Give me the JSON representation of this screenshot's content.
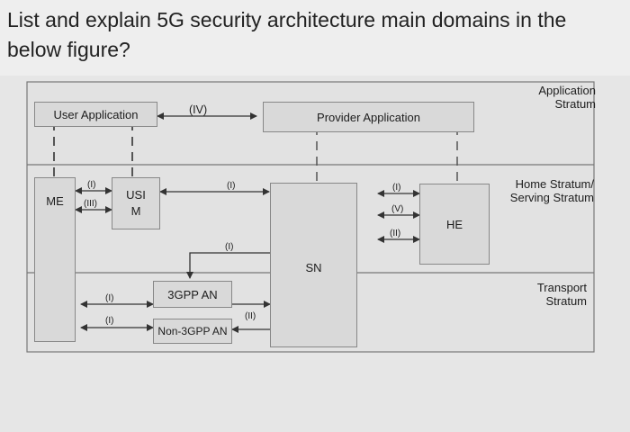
{
  "question": "List and explain 5G security architecture main domains in the below figure?",
  "nodes": {
    "user_application": "User Application",
    "provider_application": "Provider Application",
    "me": "ME",
    "usim_line1": "USI",
    "usim_line2": "M",
    "sn": "SN",
    "he": "HE",
    "gpp_an": "3GPP AN",
    "non_gpp_an": "Non-3GPP AN"
  },
  "strata": {
    "application_line1": "Application",
    "application_line2": "Stratum",
    "home_line1": "Home Stratum/",
    "home_line2": "Serving Stratum",
    "transport_line1": "Transport",
    "transport_line2": "Stratum"
  },
  "domain_labels": {
    "app_link": "(IV)",
    "me_usim_top": "(I)",
    "me_usim_bottom": "(III)",
    "usim_sn": "(I)",
    "sn_he_top": "(I)",
    "sn_he_mid": "(V)",
    "sn_he_bottom": "(II)",
    "an_feed": "(I)",
    "me_3gpp": "(I)",
    "me_non3gpp": "(I)",
    "an_sn": "(II)"
  }
}
